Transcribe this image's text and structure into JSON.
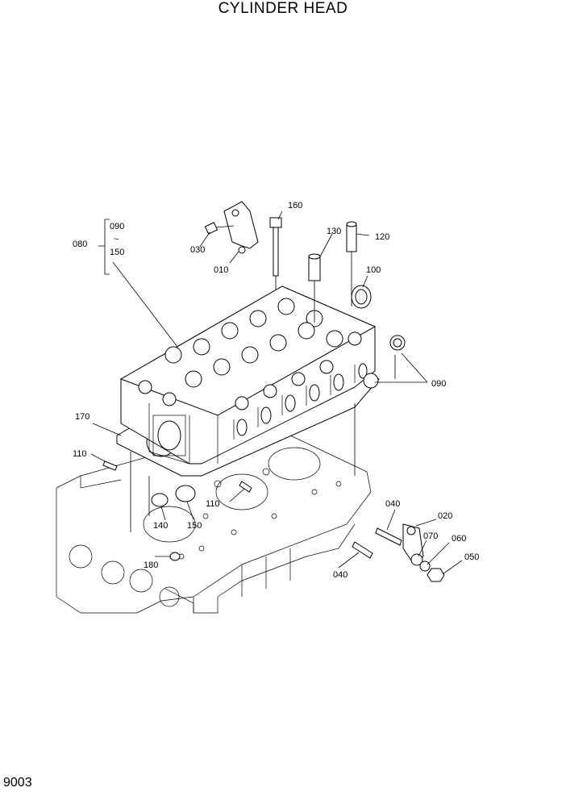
{
  "title": "CYLINDER HEAD",
  "page_code": "9003",
  "callouts": {
    "c010": "010",
    "c020": "020",
    "c030": "030",
    "c040a": "040",
    "c040b": "040",
    "c050": "050",
    "c060": "060",
    "c070": "070",
    "c080": "080",
    "c090a": "090",
    "c090b": "090",
    "c100": "100",
    "c110a": "110",
    "c110b": "110",
    "c120": "120",
    "c130": "130",
    "c140": "140",
    "c150a": "150",
    "c150b": "150",
    "c160": "160",
    "c170": "170",
    "c180": "180",
    "range_sep": "~"
  }
}
